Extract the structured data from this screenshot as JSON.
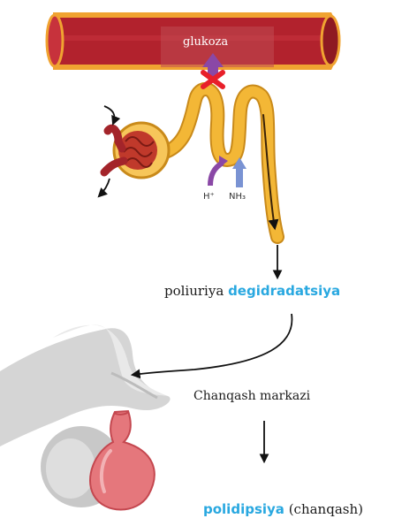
{
  "labels": {
    "glucose": "glukoza",
    "h_ion": "H⁺",
    "nh3": "NH₃",
    "polyuria": "poliuriya",
    "dehydration": "degidradatsiya",
    "thirst_center": "Chanqash markazi",
    "polydipsia": "polidipsiya",
    "thirst": "(chanqash)"
  },
  "colors": {
    "accent_blue": "#29a8e0",
    "vessel_red": "#b2222d",
    "vessel_outline": "#f0a331",
    "tubule_yellow": "#f3b736",
    "block_red": "#e8202a",
    "purple_arrow": "#8a48a6",
    "blue_arrow": "#7a93d3",
    "pituitary_pink": "#e5777c",
    "brain_grey": "#d5d5d5"
  },
  "icons": {
    "block": "x-mark-icon",
    "arrow": "down-arrow-icon"
  }
}
